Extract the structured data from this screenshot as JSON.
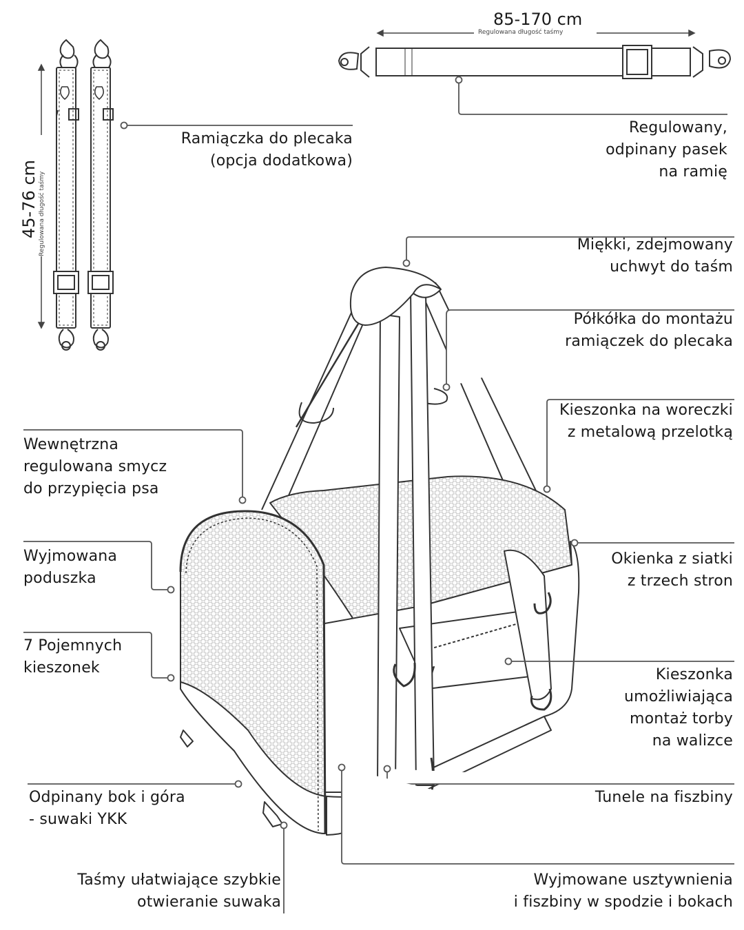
{
  "strap_dimension": {
    "value": "85-170 cm",
    "caption": "Regulowana długość taśmy"
  },
  "backpack_dimension": {
    "value": "45-76 cm",
    "caption": "Regulowana długość taśmy"
  },
  "labels": {
    "backpack_straps": [
      "Ramiączka do plecaka",
      "(opcja dodatkowa)"
    ],
    "shoulder_strap": [
      "Regulowany,",
      "odpinany pasek",
      "na ramię"
    ],
    "handle": [
      "Miękki, zdejmowany",
      "uchwyt do taśm"
    ],
    "d_ring": [
      "Półkółka do montażu",
      "ramiączek do plecaka"
    ],
    "bag_pocket": [
      "Kieszonka na woreczki",
      "z metalową przelotką"
    ],
    "leash": [
      "Wewnętrzna",
      "regulowana smycz",
      "do przypięcia psa"
    ],
    "cushion": [
      "Wyjmowana",
      "poduszka"
    ],
    "mesh_windows": [
      "Okienka z siatki",
      "z trzech stron"
    ],
    "pockets": [
      "7 Pojemnych",
      "kieszonek"
    ],
    "luggage_pocket": [
      "Kieszonka",
      "umożliwiająca",
      "montaż torby",
      "na walizce"
    ],
    "detachable": [
      "Odpinany bok i góra",
      "- suwaki YKK"
    ],
    "tunnels": [
      "Tunele na fiszbiny"
    ],
    "zip_straps": [
      "Taśmy ułatwiające szybkie",
      "otwieranie suwaka"
    ],
    "stiffeners": [
      "Wyjmowane usztywnienia",
      "i fiszbiny w spodzie i bokach"
    ]
  },
  "colors": {
    "line": "#333333",
    "leader": "#555555",
    "mesh": "#d8d8d8",
    "fill": "#ffffff"
  }
}
